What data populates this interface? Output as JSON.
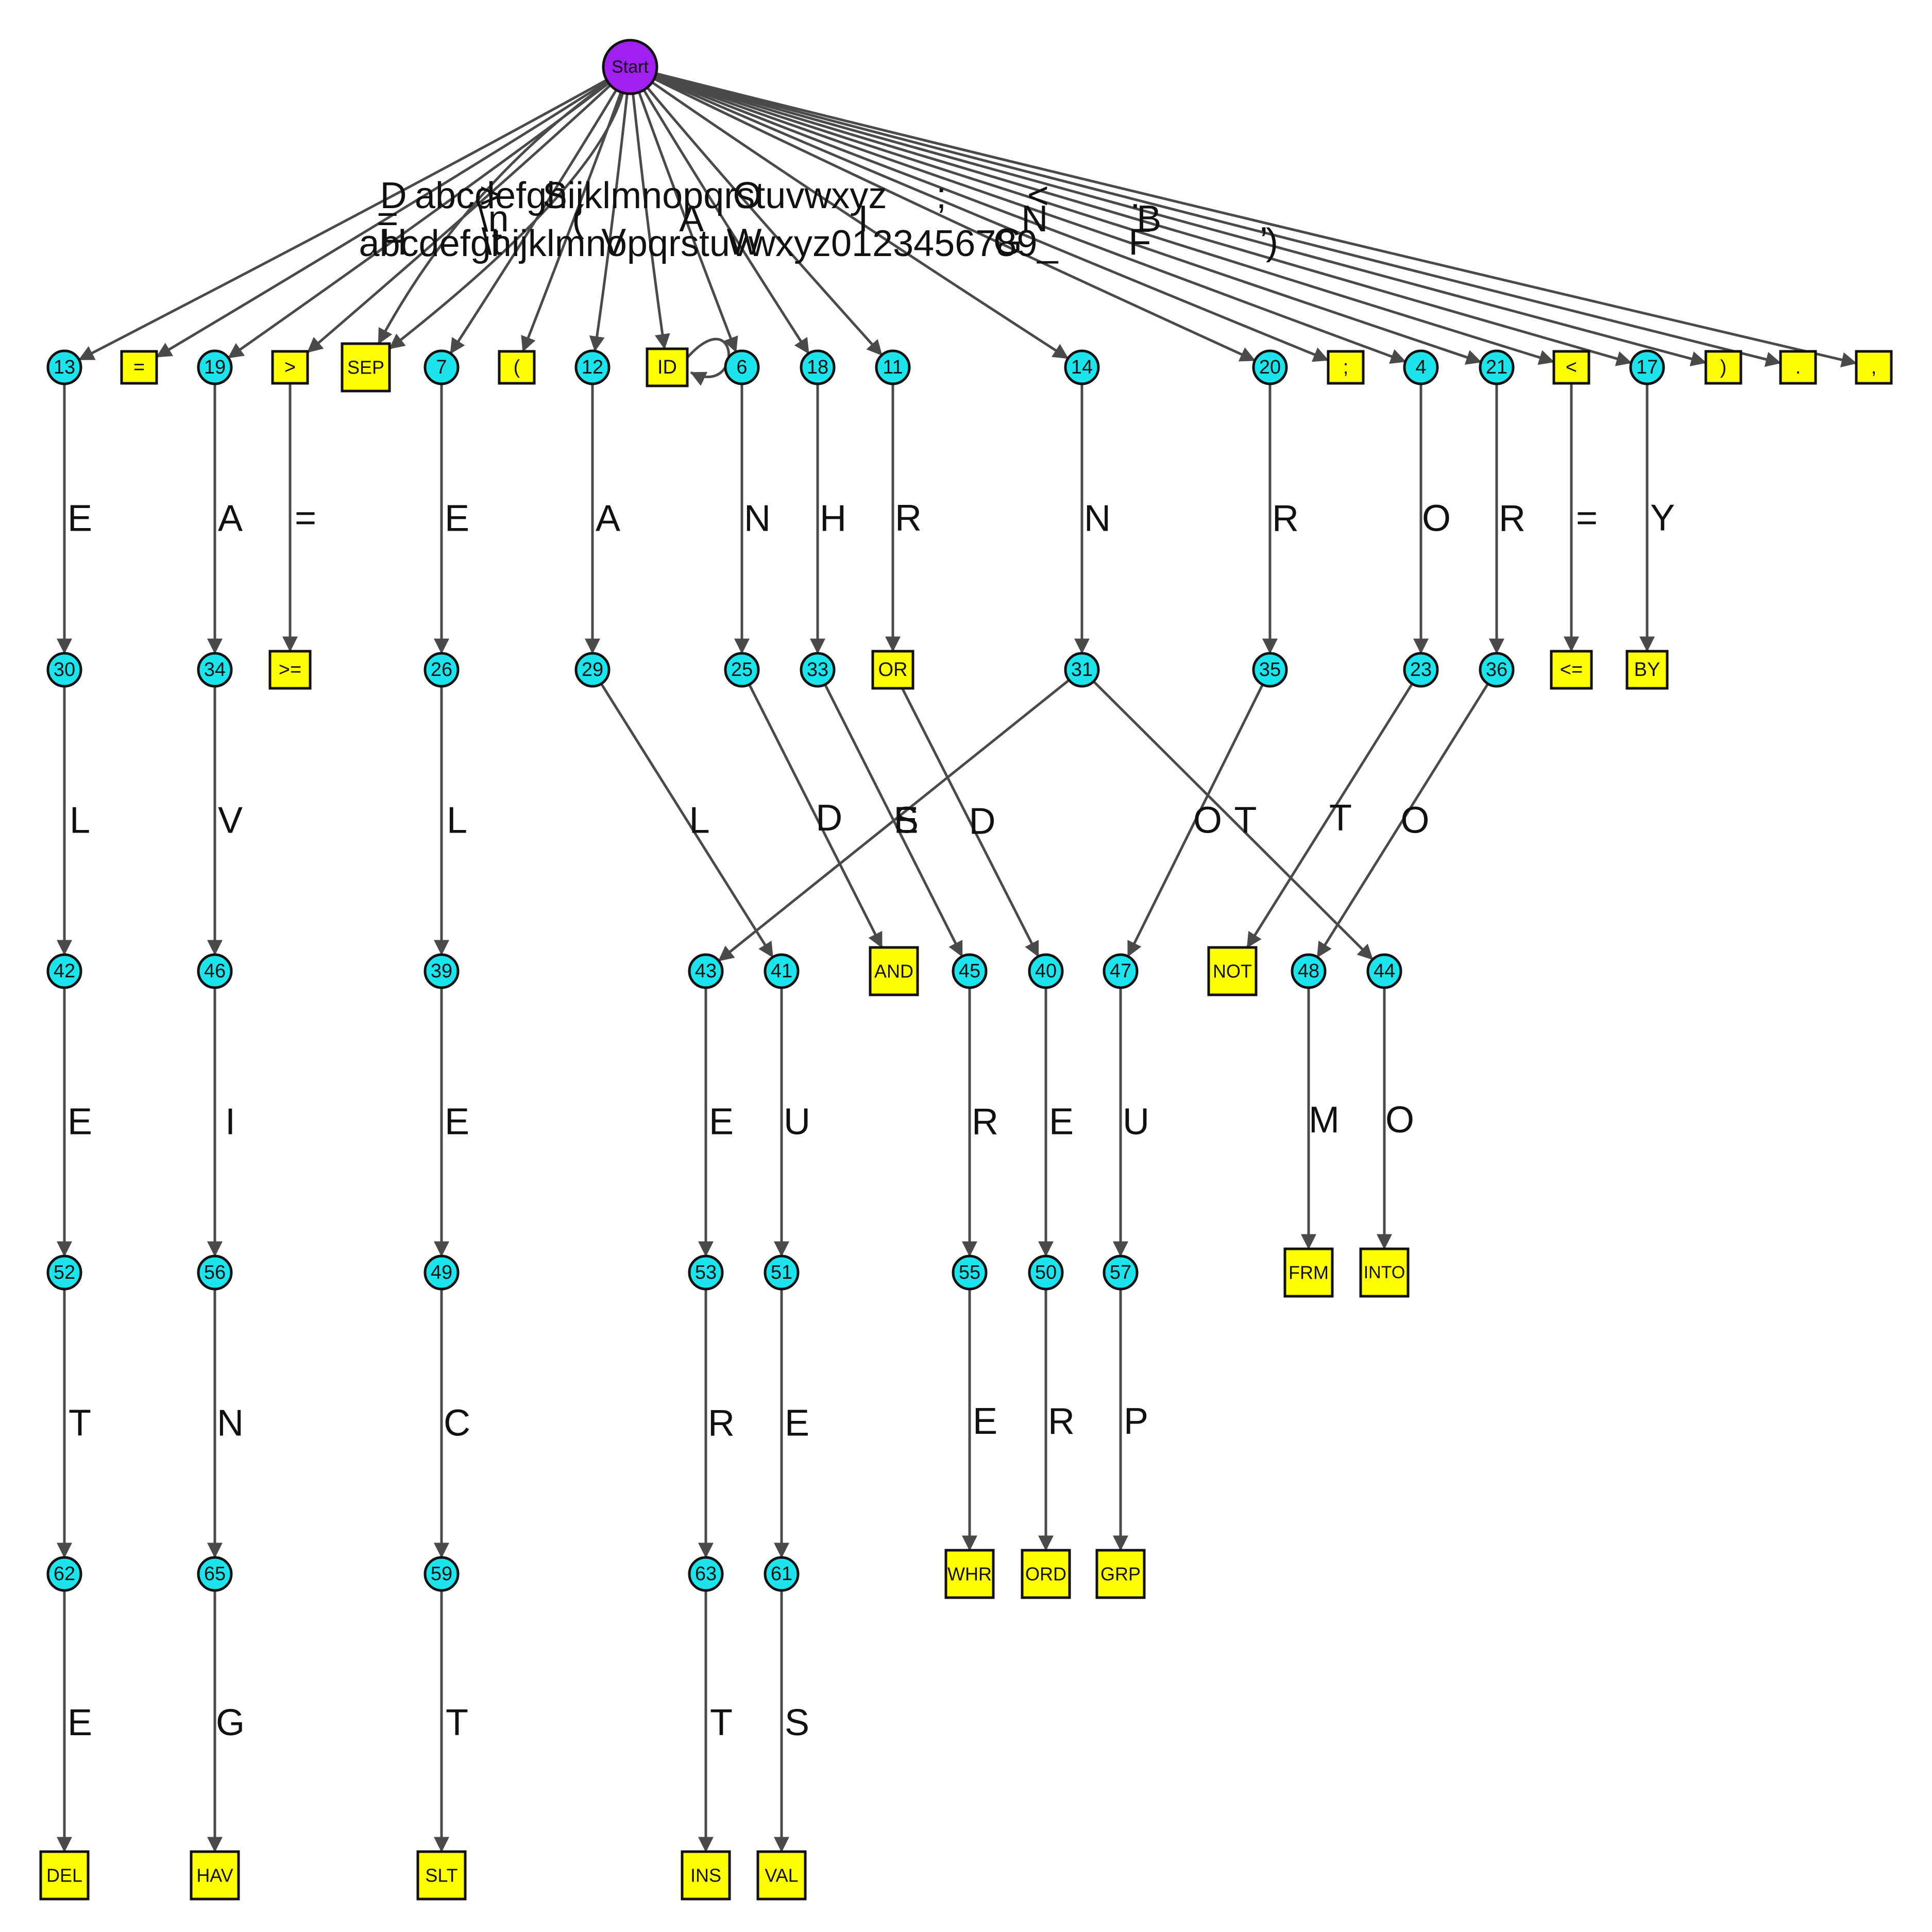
{
  "colors": {
    "start_fill": "#a020f0",
    "state_fill": "#1ce4ec",
    "accept_fill": "#ffff00",
    "edge": "#4a4a4a"
  },
  "nodes": [
    {
      "id": "Start",
      "label": "Start",
      "kind": "start"
    },
    {
      "id": "13",
      "label": "13",
      "kind": "state"
    },
    {
      "id": "eq",
      "label": "=",
      "kind": "accept"
    },
    {
      "id": "19",
      "label": "19",
      "kind": "state"
    },
    {
      "id": "gt",
      "label": ">",
      "kind": "accept"
    },
    {
      "id": "SEP",
      "label": "SEP",
      "kind": "accept"
    },
    {
      "id": "7",
      "label": "7",
      "kind": "state"
    },
    {
      "id": "lp",
      "label": "(",
      "kind": "accept"
    },
    {
      "id": "12",
      "label": "12",
      "kind": "state"
    },
    {
      "id": "ID",
      "label": "ID",
      "kind": "accept"
    },
    {
      "id": "6",
      "label": "6",
      "kind": "state"
    },
    {
      "id": "18",
      "label": "18",
      "kind": "state"
    },
    {
      "id": "11",
      "label": "11",
      "kind": "state"
    },
    {
      "id": "14",
      "label": "14",
      "kind": "state"
    },
    {
      "id": "20",
      "label": "20",
      "kind": "state"
    },
    {
      "id": "semi",
      "label": ";",
      "kind": "accept"
    },
    {
      "id": "4",
      "label": "4",
      "kind": "state"
    },
    {
      "id": "21",
      "label": "21",
      "kind": "state"
    },
    {
      "id": "lt",
      "label": "<",
      "kind": "accept"
    },
    {
      "id": "17",
      "label": "17",
      "kind": "state"
    },
    {
      "id": "rp",
      "label": ")",
      "kind": "accept"
    },
    {
      "id": "dot",
      "label": ".",
      "kind": "accept"
    },
    {
      "id": "comma",
      "label": ",",
      "kind": "accept"
    },
    {
      "id": "30",
      "label": "30",
      "kind": "state"
    },
    {
      "id": "34",
      "label": "34",
      "kind": "state"
    },
    {
      "id": "GE",
      "label": ">=",
      "kind": "accept"
    },
    {
      "id": "26",
      "label": "26",
      "kind": "state"
    },
    {
      "id": "29",
      "label": "29",
      "kind": "state"
    },
    {
      "id": "25",
      "label": "25",
      "kind": "state"
    },
    {
      "id": "33",
      "label": "33",
      "kind": "state"
    },
    {
      "id": "OR",
      "label": "OR",
      "kind": "accept"
    },
    {
      "id": "31",
      "label": "31",
      "kind": "state"
    },
    {
      "id": "35",
      "label": "35",
      "kind": "state"
    },
    {
      "id": "23",
      "label": "23",
      "kind": "state"
    },
    {
      "id": "36",
      "label": "36",
      "kind": "state"
    },
    {
      "id": "LE",
      "label": "<=",
      "kind": "accept"
    },
    {
      "id": "BY",
      "label": "BY",
      "kind": "accept"
    },
    {
      "id": "42",
      "label": "42",
      "kind": "state"
    },
    {
      "id": "46",
      "label": "46",
      "kind": "state"
    },
    {
      "id": "39",
      "label": "39",
      "kind": "state"
    },
    {
      "id": "43",
      "label": "43",
      "kind": "state"
    },
    {
      "id": "41",
      "label": "41",
      "kind": "state"
    },
    {
      "id": "AND",
      "label": "AND",
      "kind": "accept"
    },
    {
      "id": "45",
      "label": "45",
      "kind": "state"
    },
    {
      "id": "40",
      "label": "40",
      "kind": "state"
    },
    {
      "id": "47",
      "label": "47",
      "kind": "state"
    },
    {
      "id": "NOT",
      "label": "NOT",
      "kind": "accept"
    },
    {
      "id": "48",
      "label": "48",
      "kind": "state"
    },
    {
      "id": "44",
      "label": "44",
      "kind": "state"
    },
    {
      "id": "52",
      "label": "52",
      "kind": "state"
    },
    {
      "id": "56",
      "label": "56",
      "kind": "state"
    },
    {
      "id": "49",
      "label": "49",
      "kind": "state"
    },
    {
      "id": "53",
      "label": "53",
      "kind": "state"
    },
    {
      "id": "51",
      "label": "51",
      "kind": "state"
    },
    {
      "id": "55",
      "label": "55",
      "kind": "state"
    },
    {
      "id": "50",
      "label": "50",
      "kind": "state"
    },
    {
      "id": "57",
      "label": "57",
      "kind": "state"
    },
    {
      "id": "FRM",
      "label": "FRM",
      "kind": "accept"
    },
    {
      "id": "INTO",
      "label": "INTO",
      "kind": "accept"
    },
    {
      "id": "62",
      "label": "62",
      "kind": "state"
    },
    {
      "id": "65",
      "label": "65",
      "kind": "state"
    },
    {
      "id": "59",
      "label": "59",
      "kind": "state"
    },
    {
      "id": "63",
      "label": "63",
      "kind": "state"
    },
    {
      "id": "61",
      "label": "61",
      "kind": "state"
    },
    {
      "id": "WHR",
      "label": "WHR",
      "kind": "accept"
    },
    {
      "id": "ORD",
      "label": "ORD",
      "kind": "accept"
    },
    {
      "id": "GRP",
      "label": "GRP",
      "kind": "accept"
    },
    {
      "id": "DEL",
      "label": "DEL",
      "kind": "accept"
    },
    {
      "id": "HAV",
      "label": "HAV",
      "kind": "accept"
    },
    {
      "id": "SLT",
      "label": "SLT",
      "kind": "accept"
    },
    {
      "id": "INS",
      "label": "INS",
      "kind": "accept"
    },
    {
      "id": "VAL",
      "label": "VAL",
      "kind": "accept"
    }
  ],
  "edges": [
    {
      "from": "Start",
      "to": "13",
      "label": "D"
    },
    {
      "from": "Start",
      "to": "eq",
      "label": "="
    },
    {
      "from": "Start",
      "to": "19",
      "label": "H"
    },
    {
      "from": "Start",
      "to": "gt",
      "label": ">"
    },
    {
      "from": "Start",
      "to": "SEP",
      "label": "\\n"
    },
    {
      "from": "Start",
      "to": "SEP",
      "label": "\\t"
    },
    {
      "from": "Start",
      "to": "7",
      "label": "S"
    },
    {
      "from": "Start",
      "to": "lp",
      "label": "("
    },
    {
      "from": "Start",
      "to": "12",
      "label": "V"
    },
    {
      "from": "Start",
      "to": "ID",
      "label": "abcdefghijklmnopqrstuvwxyz"
    },
    {
      "from": "Start",
      "to": "6",
      "label": "A"
    },
    {
      "from": "Start",
      "to": "18",
      "label": "W"
    },
    {
      "from": "Start",
      "to": "11",
      "label": "O"
    },
    {
      "from": "Start",
      "to": "14",
      "label": "I"
    },
    {
      "from": "Start",
      "to": "20",
      "label": "G"
    },
    {
      "from": "Start",
      "to": "semi",
      "label": ";"
    },
    {
      "from": "Start",
      "to": "4",
      "label": "N"
    },
    {
      "from": "Start",
      "to": "21",
      "label": "F"
    },
    {
      "from": "Start",
      "to": "lt",
      "label": "<"
    },
    {
      "from": "Start",
      "to": "17",
      "label": "B"
    },
    {
      "from": "Start",
      "to": "rp",
      "label": ")"
    },
    {
      "from": "Start",
      "to": "dot",
      "label": "."
    },
    {
      "from": "Start",
      "to": "comma",
      "label": ","
    },
    {
      "from": "ID",
      "to": "ID",
      "label": "abcdefghijklmnopqrstuvwxyz0123456789_"
    },
    {
      "from": "13",
      "to": "30",
      "label": "E"
    },
    {
      "from": "19",
      "to": "34",
      "label": "A"
    },
    {
      "from": "gt",
      "to": "GE",
      "label": "="
    },
    {
      "from": "7",
      "to": "26",
      "label": "E"
    },
    {
      "from": "12",
      "to": "29",
      "label": "A"
    },
    {
      "from": "6",
      "to": "25",
      "label": "N"
    },
    {
      "from": "18",
      "to": "33",
      "label": "H"
    },
    {
      "from": "11",
      "to": "OR",
      "label": "R"
    },
    {
      "from": "14",
      "to": "31",
      "label": "N"
    },
    {
      "from": "20",
      "to": "35",
      "label": "R"
    },
    {
      "from": "4",
      "to": "23",
      "label": "O"
    },
    {
      "from": "21",
      "to": "36",
      "label": "R"
    },
    {
      "from": "lt",
      "to": "LE",
      "label": "="
    },
    {
      "from": "17",
      "to": "BY",
      "label": "Y"
    },
    {
      "from": "30",
      "to": "42",
      "label": "L"
    },
    {
      "from": "34",
      "to": "46",
      "label": "V"
    },
    {
      "from": "26",
      "to": "39",
      "label": "L"
    },
    {
      "from": "29",
      "to": "41",
      "label": "L"
    },
    {
      "from": "25",
      "to": "AND",
      "label": "D"
    },
    {
      "from": "33",
      "to": "45",
      "label": "E"
    },
    {
      "from": "OR",
      "to": "40",
      "label": "D"
    },
    {
      "from": "31",
      "to": "43",
      "label": "S"
    },
    {
      "from": "31",
      "to": "44",
      "label": "T"
    },
    {
      "from": "35",
      "to": "47",
      "label": "O"
    },
    {
      "from": "23",
      "to": "NOT",
      "label": "T"
    },
    {
      "from": "36",
      "to": "48",
      "label": "O"
    },
    {
      "from": "42",
      "to": "52",
      "label": "E"
    },
    {
      "from": "46",
      "to": "56",
      "label": "I"
    },
    {
      "from": "39",
      "to": "49",
      "label": "E"
    },
    {
      "from": "43",
      "to": "53",
      "label": "E"
    },
    {
      "from": "41",
      "to": "51",
      "label": "U"
    },
    {
      "from": "45",
      "to": "55",
      "label": "R"
    },
    {
      "from": "40",
      "to": "50",
      "label": "E"
    },
    {
      "from": "47",
      "to": "57",
      "label": "U"
    },
    {
      "from": "48",
      "to": "FRM",
      "label": "M"
    },
    {
      "from": "44",
      "to": "INTO",
      "label": "O"
    },
    {
      "from": "52",
      "to": "62",
      "label": "T"
    },
    {
      "from": "56",
      "to": "65",
      "label": "N"
    },
    {
      "from": "49",
      "to": "59",
      "label": "C"
    },
    {
      "from": "53",
      "to": "63",
      "label": "R"
    },
    {
      "from": "51",
      "to": "61",
      "label": "E"
    },
    {
      "from": "55",
      "to": "WHR",
      "label": "E"
    },
    {
      "from": "50",
      "to": "ORD",
      "label": "R"
    },
    {
      "from": "57",
      "to": "GRP",
      "label": "P"
    },
    {
      "from": "62",
      "to": "DEL",
      "label": "E"
    },
    {
      "from": "65",
      "to": "HAV",
      "label": "G"
    },
    {
      "from": "59",
      "to": "SLT",
      "label": "T"
    },
    {
      "from": "63",
      "to": "INS",
      "label": "T"
    },
    {
      "from": "61",
      "to": "VAL",
      "label": "S"
    }
  ]
}
